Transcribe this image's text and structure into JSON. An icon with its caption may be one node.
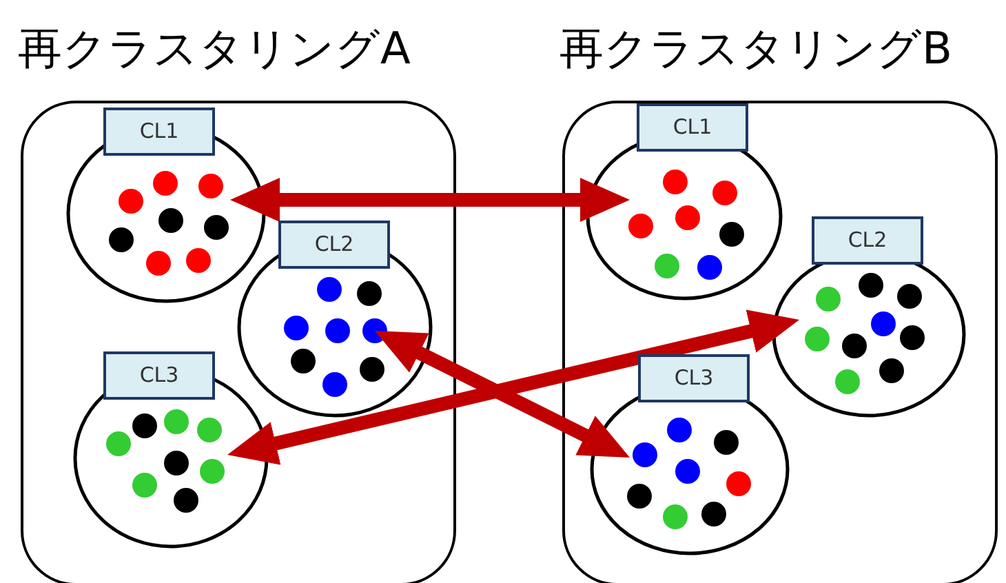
{
  "diagram": {
    "nodes": [
      {
        "text": [
          "再クラスタリングA"
        ]
      },
      {
        "text": [
          "CL1"
        ],
        "in": 0
      },
      {
        "text": [
          "CL2"
        ],
        "in": 0
      },
      {
        "text": [
          "CL3"
        ],
        "in": 0
      },
      {
        "text": [
          "再クラスタリングB"
        ]
      },
      {
        "text": [
          "CL1"
        ],
        "in": 4
      },
      {
        "text": [
          "CL2"
        ],
        "in": 4
      },
      {
        "text": [
          "CL3"
        ],
        "in": 4
      }
    ],
    "edges": [
      {
        "from": 1,
        "to": 5,
        "arrow": "both"
      },
      {
        "from": 2,
        "to": 7,
        "arrow": "both"
      },
      {
        "from": 3,
        "to": 6,
        "arrow": "both"
      }
    ]
  }
}
